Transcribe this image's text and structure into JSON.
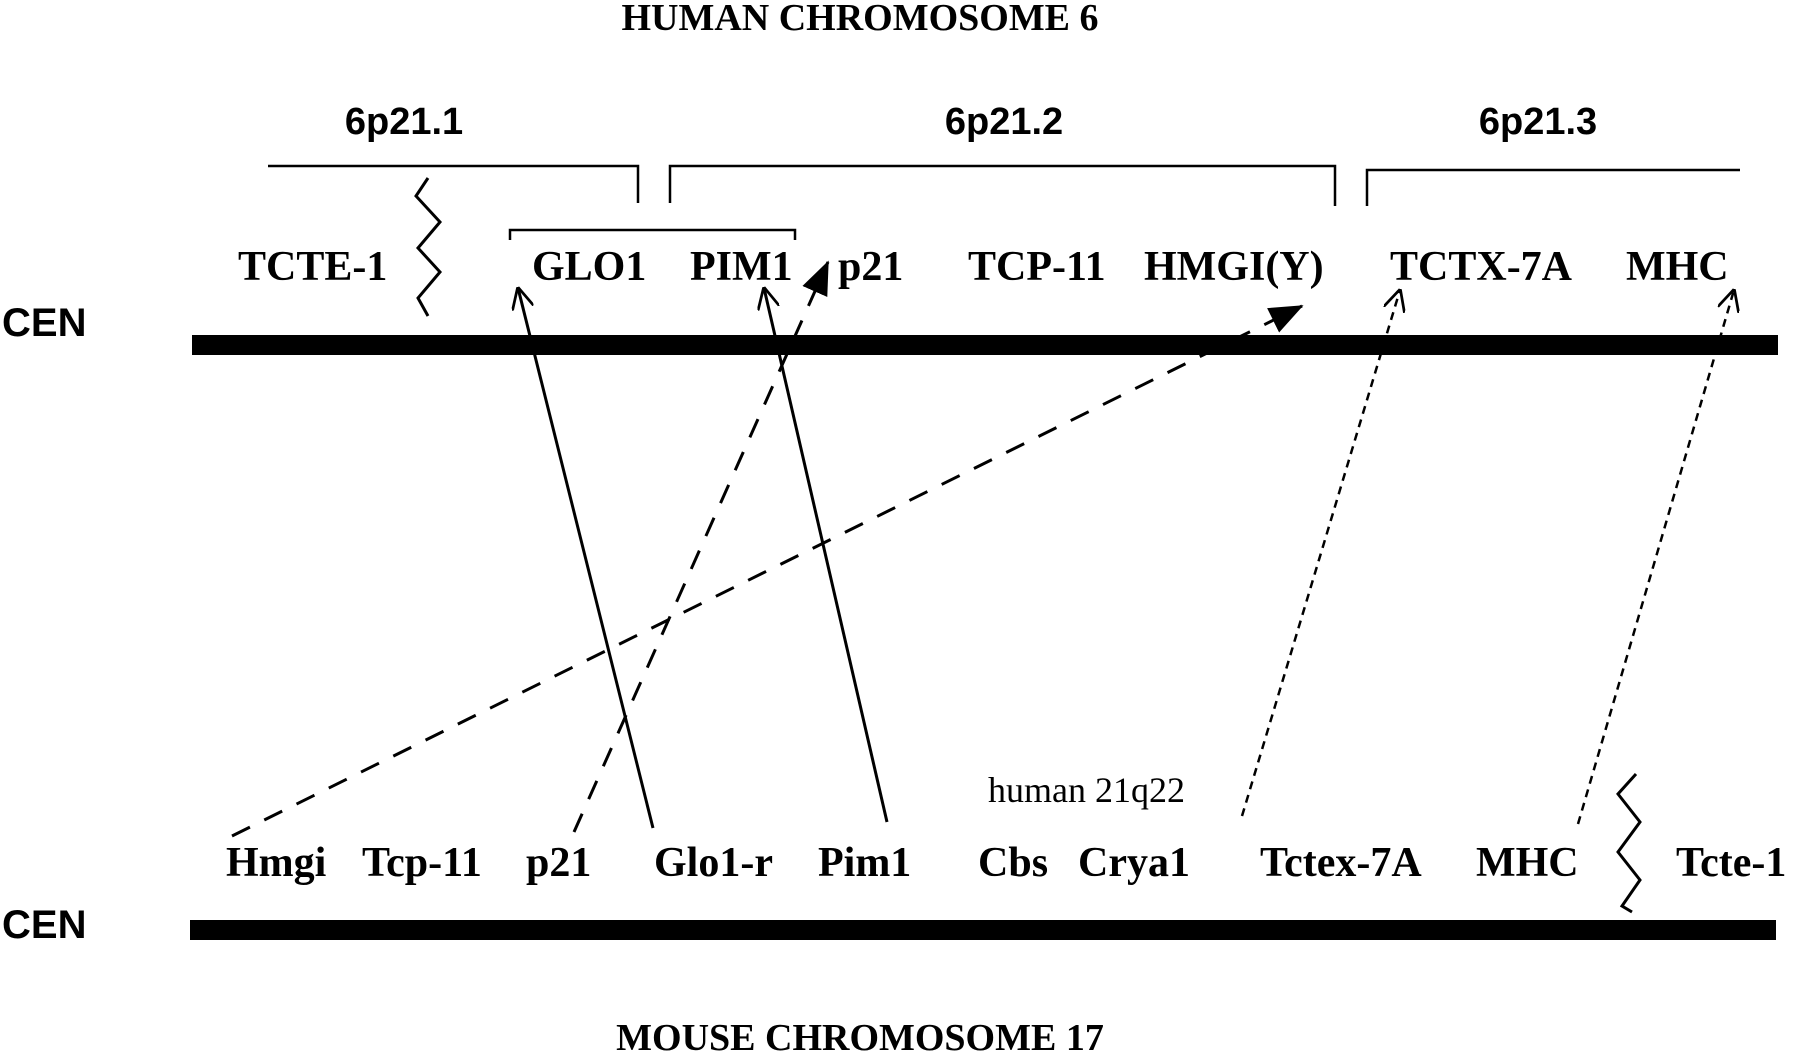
{
  "human_title": "HUMAN CHROMOSOME 6",
  "mouse_title": "MOUSE CHROMOSOME 17",
  "centromere_label": "CEN",
  "bands": {
    "b1": "6p21.1",
    "b2": "6p21.2",
    "b3": "6p21.3"
  },
  "human_genes": {
    "tcte1": "TCTE-1",
    "glo1": "GLO1",
    "pim1": "PIM1",
    "p21": "p21",
    "tcp11": "TCP-11",
    "hmgi": "HMGI(Y)",
    "tctx7a": "TCTX-7A",
    "mhc": "MHC"
  },
  "mouse_genes": {
    "hmgi": "Hmgi",
    "tcp11": "Tcp-11",
    "p21": "p21",
    "glo1r": "Glo1-r",
    "pim1": "Pim1",
    "cbs": "Cbs",
    "crya1": "Crya1",
    "tctex7a": "Tctex-7A",
    "mhc": "MHC",
    "tcte1": "Tcte-1"
  },
  "annotation": "human 21q22"
}
